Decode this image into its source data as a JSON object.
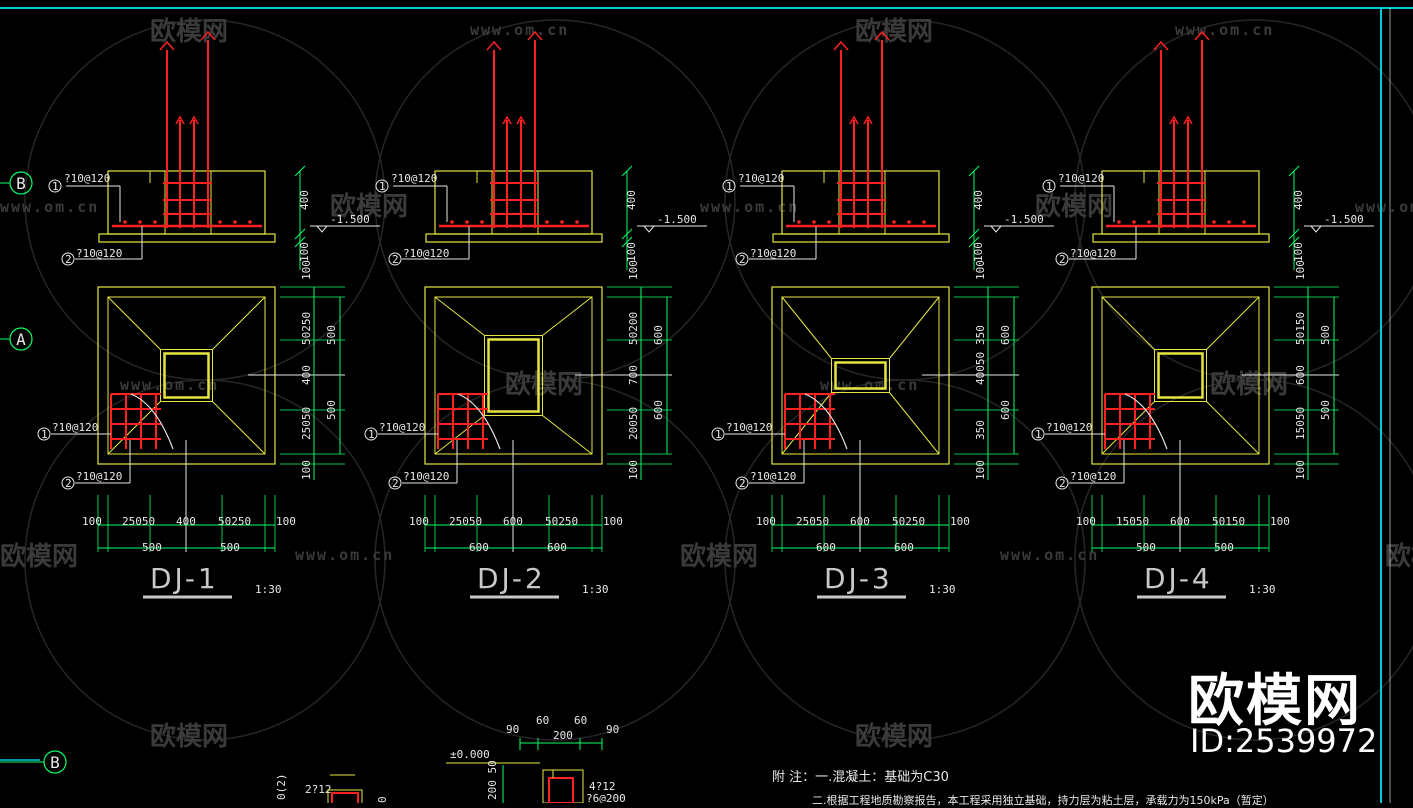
{
  "colors": {
    "background": "#000000",
    "outline": "#e6e640",
    "rebar": "#ff2020",
    "text": "#e8e8e8",
    "frame": "#00c8d8",
    "watermark": "#3a3a3a"
  },
  "watermark": {
    "brand": "欧模网",
    "url": "www.om.cn"
  },
  "brand": {
    "name": "欧模网",
    "id": "ID:2539972"
  },
  "grid_labels": [
    "B",
    "A",
    "B"
  ],
  "elevation": "-1.500",
  "foundations": [
    {
      "name": "DJ-1",
      "scale": "1:30",
      "bar1": "?10@120",
      "bar2": "?10@120",
      "h_dims": [
        "100",
        "25050",
        "400",
        "50250",
        "100"
      ],
      "h_totals": [
        "500",
        "500"
      ],
      "v_dims_inner": [
        "100",
        "50250",
        "400",
        "25050",
        "100"
      ],
      "v_totals": [
        "500",
        "500"
      ],
      "section_dims": [
        "400",
        "100"
      ]
    },
    {
      "name": "DJ-2",
      "scale": "1:30",
      "bar1": "?10@120",
      "bar2": "?10@120",
      "h_dims": [
        "100",
        "25050",
        "600",
        "50250",
        "100"
      ],
      "h_totals": [
        "600",
        "600"
      ],
      "v_dims_inner": [
        "100",
        "50200",
        "700",
        "20050",
        "100"
      ],
      "v_totals": [
        "600",
        "600"
      ],
      "section_dims": [
        "400",
        "100"
      ]
    },
    {
      "name": "DJ-3",
      "scale": "1:30",
      "bar1": "?10@120",
      "bar2": "?10@120",
      "h_dims": [
        "100",
        "25050",
        "600",
        "50250",
        "100"
      ],
      "h_totals": [
        "600",
        "600"
      ],
      "v_dims_inner": [
        "100",
        "350",
        "40050",
        "350",
        "100"
      ],
      "v_totals": [
        "600",
        "600"
      ],
      "section_dims": [
        "400",
        "100"
      ]
    },
    {
      "name": "DJ-4",
      "scale": "1:30",
      "bar1": "?10@120",
      "bar2": "?10@120",
      "h_dims": [
        "100",
        "15050",
        "600",
        "50150",
        "100"
      ],
      "h_totals": [
        "500",
        "500"
      ],
      "v_dims_inner": [
        "100",
        "50150",
        "600",
        "15050",
        "100"
      ],
      "v_totals": [
        "500",
        "500"
      ],
      "section_dims": [
        "400",
        "100"
      ]
    }
  ],
  "column_detail": {
    "bars": "4?12",
    "stirrup": "?6@200",
    "dims_top": [
      "60",
      "60"
    ],
    "dim_mid": "200",
    "dim_side": "90",
    "elev": "±0.000",
    "side_dim": "200 50"
  },
  "beam_detail": {
    "bars": "2?12",
    "label": "0(2)"
  },
  "notes": {
    "title": "附 注：一.混凝土：基础为C30",
    "line2": "二.根据工程地质勘察报告，本工程采用独立基础，持力层为粘土层，承载力为150kPa（暂定）"
  }
}
